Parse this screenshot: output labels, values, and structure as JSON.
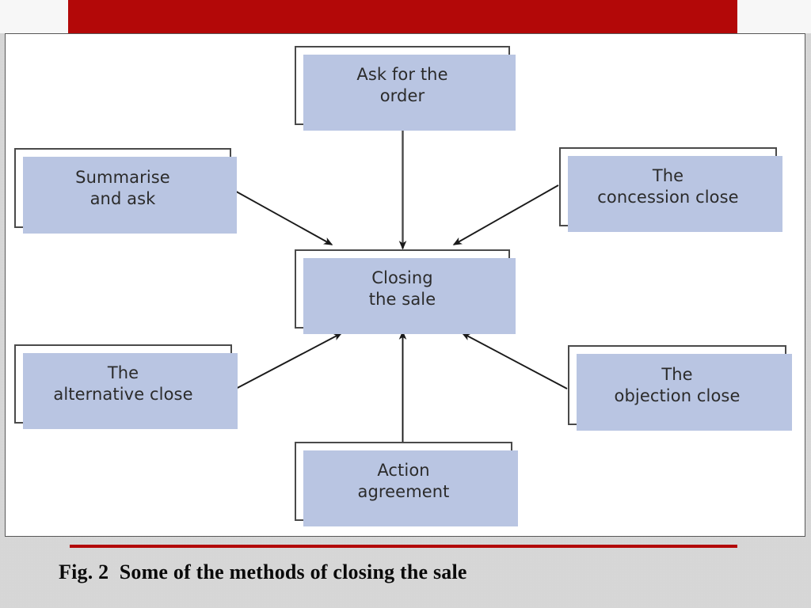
{
  "slide": {
    "banner_color": "#b30808",
    "panel_background": "#ffffff",
    "page_background": "#d9d9d9"
  },
  "diagram": {
    "title": "Some of the methods of closing the sale",
    "box_fill": "#ffffff",
    "box_border_color": "#4a4a4a",
    "box_shadow_color": "#b9c5e2",
    "arrow_color": "#1a1a1a",
    "nodes": [
      {
        "id": "ask-for-the-order",
        "label": "Ask for the\norder"
      },
      {
        "id": "summarise-and-ask",
        "label": "Summarise\nand ask"
      },
      {
        "id": "the-concession-close",
        "label": "The\nconcession close"
      },
      {
        "id": "closing-the-sale",
        "label": "Closing\nthe sale"
      },
      {
        "id": "the-alternative-close",
        "label": "The\nalternative close"
      },
      {
        "id": "the-objection-close",
        "label": "The\nobjection close"
      },
      {
        "id": "action-agreement",
        "label": "Action\nagreement"
      }
    ],
    "edges": [
      {
        "from": "ask-for-the-order",
        "to": "closing-the-sale",
        "direction": "down"
      },
      {
        "from": "summarise-and-ask",
        "to": "closing-the-sale",
        "direction": "down-right"
      },
      {
        "from": "the-concession-close",
        "to": "closing-the-sale",
        "direction": "down-left"
      },
      {
        "from": "the-alternative-close",
        "to": "closing-the-sale",
        "direction": "up-right"
      },
      {
        "from": "action-agreement",
        "to": "closing-the-sale",
        "direction": "up"
      },
      {
        "from": "the-objection-close",
        "to": "closing-the-sale",
        "direction": "up-left"
      }
    ]
  },
  "caption": {
    "text": "Fig. 2  Some of the methods of closing the sale",
    "rule_color": "#b30808"
  }
}
